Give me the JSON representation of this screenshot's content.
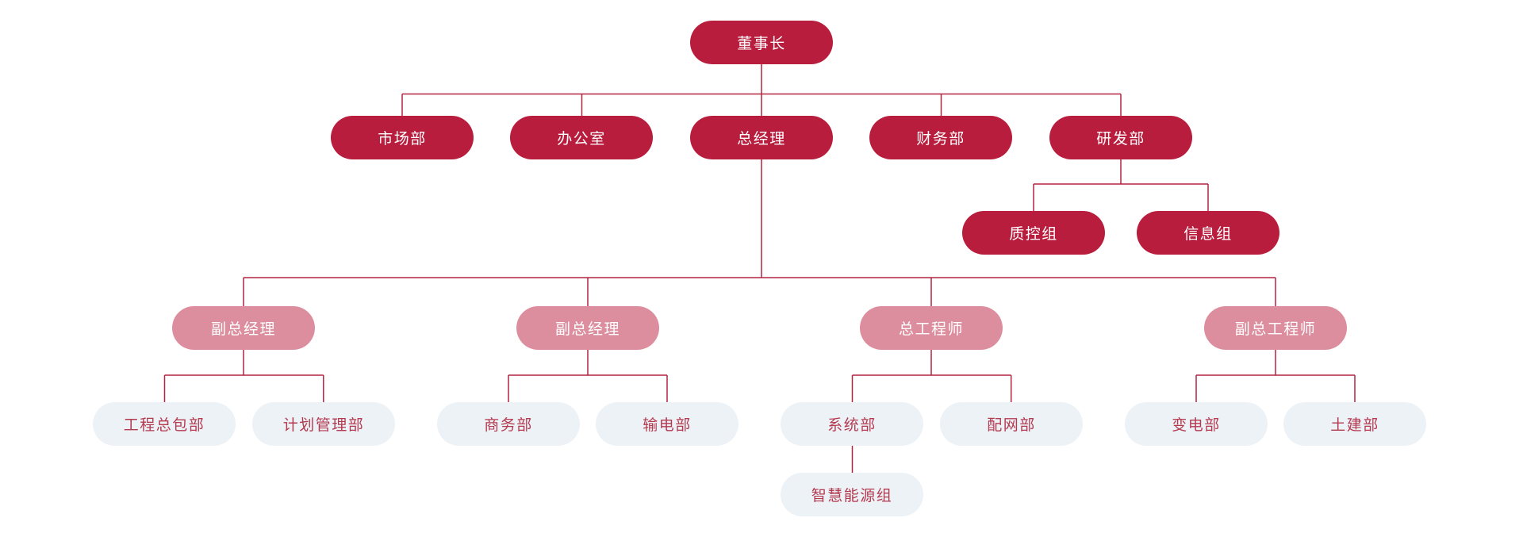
{
  "diagram": {
    "type": "org-chart",
    "background_color": "#ffffff",
    "colors": {
      "tier_executive_fill": "#b91d3d",
      "tier_executive_text": "#ffffff",
      "tier_management_fill": "#dc8e9e",
      "tier_management_text": "#ffffff",
      "tier_department_fill": "#edf2f7",
      "tier_department_text": "#b43a50",
      "connector_line": "#b42340"
    },
    "nodes": [
      {
        "id": "chairman",
        "label": "董事长",
        "tier": "executive",
        "parent": null
      },
      {
        "id": "marketing-dept",
        "label": "市场部",
        "tier": "executive",
        "parent": "chairman"
      },
      {
        "id": "office",
        "label": "办公室",
        "tier": "executive",
        "parent": "chairman"
      },
      {
        "id": "general-manager",
        "label": "总经理",
        "tier": "executive",
        "parent": "chairman"
      },
      {
        "id": "finance-dept",
        "label": "财务部",
        "tier": "executive",
        "parent": "chairman"
      },
      {
        "id": "rnd-dept",
        "label": "研发部",
        "tier": "executive",
        "parent": "chairman"
      },
      {
        "id": "quality-control-group",
        "label": "质控组",
        "tier": "executive",
        "parent": "rnd-dept"
      },
      {
        "id": "information-group",
        "label": "信息组",
        "tier": "executive",
        "parent": "rnd-dept"
      },
      {
        "id": "deputy-gm-1",
        "label": "副总经理",
        "tier": "management",
        "parent": "general-manager"
      },
      {
        "id": "deputy-gm-2",
        "label": "副总经理",
        "tier": "management",
        "parent": "general-manager"
      },
      {
        "id": "chief-engineer",
        "label": "总工程师",
        "tier": "management",
        "parent": "general-manager"
      },
      {
        "id": "deputy-chief-engineer",
        "label": "副总工程师",
        "tier": "management",
        "parent": "general-manager"
      },
      {
        "id": "epc-dept",
        "label": "工程总包部",
        "tier": "department",
        "parent": "deputy-gm-1"
      },
      {
        "id": "planning-dept",
        "label": "计划管理部",
        "tier": "department",
        "parent": "deputy-gm-1"
      },
      {
        "id": "commerce-dept",
        "label": "商务部",
        "tier": "department",
        "parent": "deputy-gm-2"
      },
      {
        "id": "transmission-dept",
        "label": "输电部",
        "tier": "department",
        "parent": "deputy-gm-2"
      },
      {
        "id": "system-dept",
        "label": "系统部",
        "tier": "department",
        "parent": "chief-engineer"
      },
      {
        "id": "distribution-dept",
        "label": "配网部",
        "tier": "department",
        "parent": "chief-engineer"
      },
      {
        "id": "substation-dept",
        "label": "变电部",
        "tier": "department",
        "parent": "deputy-chief-engineer"
      },
      {
        "id": "civil-dept",
        "label": "土建部",
        "tier": "department",
        "parent": "deputy-chief-engineer"
      },
      {
        "id": "smart-energy-group",
        "label": "智慧能源组",
        "tier": "department",
        "parent": "system-dept"
      }
    ]
  }
}
